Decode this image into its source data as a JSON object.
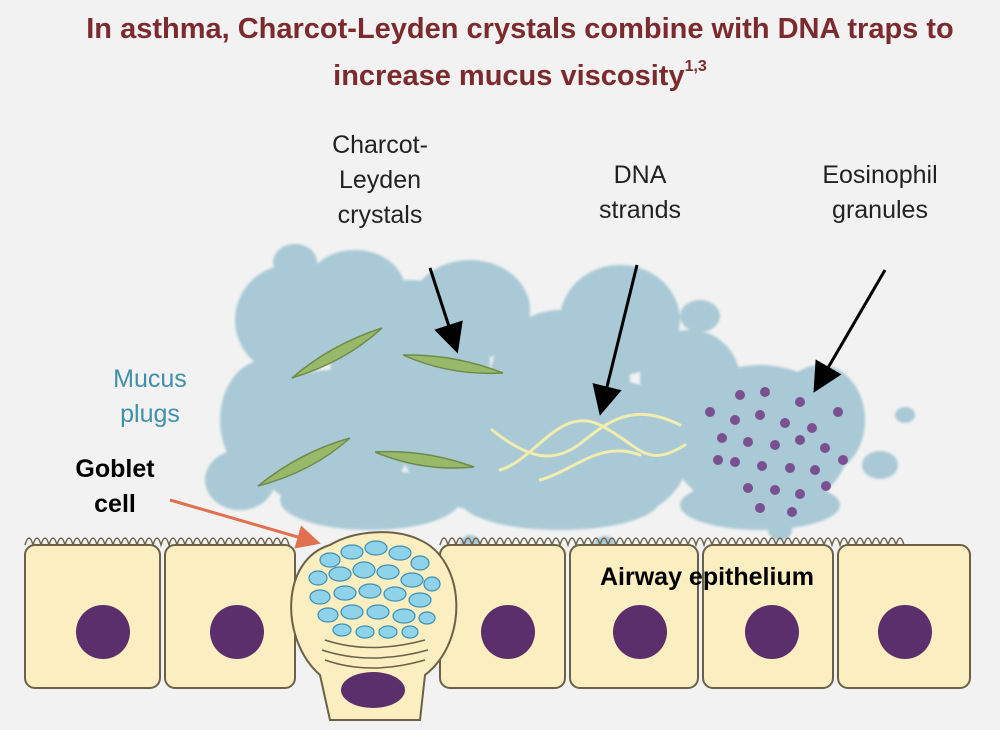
{
  "title": {
    "text": "In asthma, Charcot-Leyden crystals combine with DNA traps to increase mucus viscosity",
    "superscript": "1,3"
  },
  "labels": {
    "clc_line1": "Charcot-",
    "clc_line2": "Leyden",
    "clc_line3": "crystals",
    "dna_line1": "DNA",
    "dna_line2": "strands",
    "eos_line1": "Eosinophil",
    "eos_line2": "granules",
    "mucus_line1": "Mucus",
    "mucus_line2": "plugs",
    "goblet_line1": "Goblet",
    "goblet_line2": "cell",
    "epithelium": "Airway epithelium"
  },
  "colors": {
    "title": "#7b2a2e",
    "mucus": "#a9c9d6",
    "crystal": "#98b86a",
    "dna": "#f2ecae",
    "granule": "#7a5090",
    "cell_fill": "#fbeec0",
    "cell_stroke": "#6b6148",
    "nucleus": "#5a2f6c",
    "goblet_arrow": "#e07050",
    "mucus_label": "#3f90a8"
  }
}
